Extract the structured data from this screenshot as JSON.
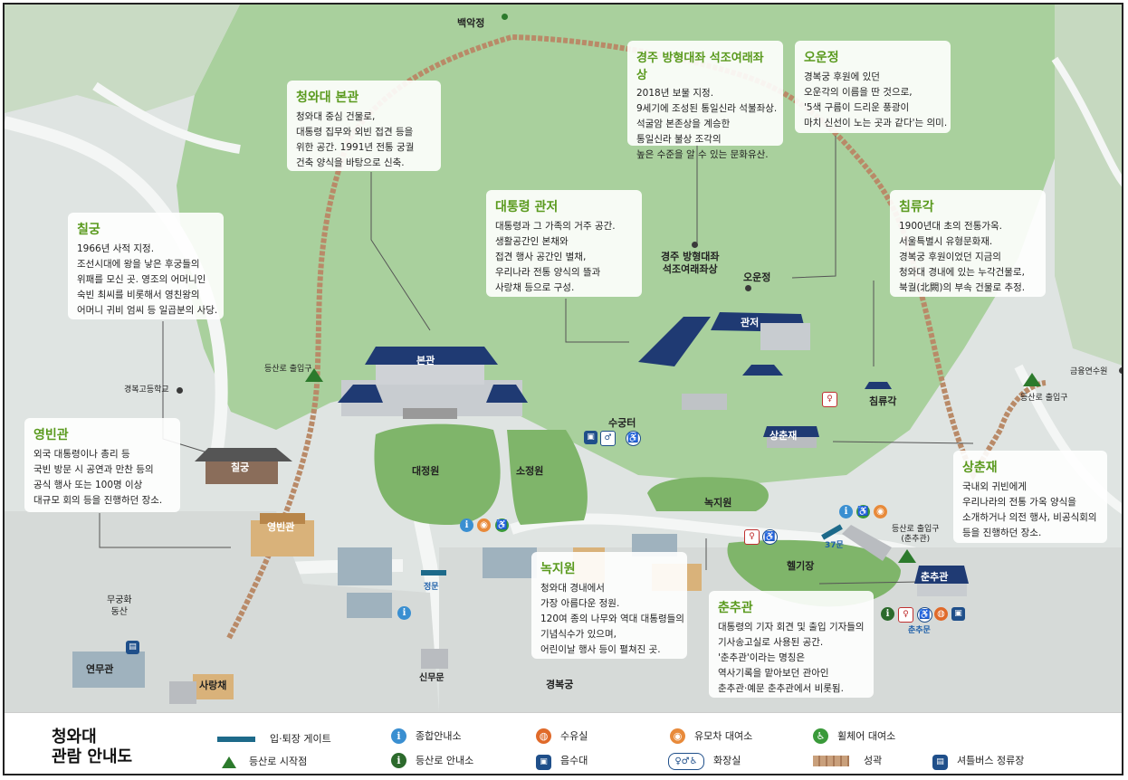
{
  "legend": {
    "title_line1": "청와대",
    "title_line2": "관람 안내도",
    "items": [
      {
        "label": "입·퇴장 게이트",
        "icon": "gate-icon"
      },
      {
        "label": "종합안내소",
        "icon": "info-icon"
      },
      {
        "label": "수유실",
        "icon": "nursing-room-icon"
      },
      {
        "label": "유모차 대여소",
        "icon": "stroller-icon"
      },
      {
        "label": "휠체어 대여소",
        "icon": "wheelchair-icon"
      },
      {
        "label": "등산로 시작점",
        "icon": "trail-start-icon"
      },
      {
        "label": "등산로 안내소",
        "icon": "trail-info-icon"
      },
      {
        "label": "음수대",
        "icon": "water-fountain-icon"
      },
      {
        "label": "화장실",
        "icon": "restroom-icon"
      },
      {
        "label": "성곽",
        "icon": "fortress-wall-icon"
      },
      {
        "label": "셔틀버스 정류장",
        "icon": "shuttle-bus-icon"
      }
    ]
  },
  "infoboxes": {
    "bonkwan": {
      "title": "청와대 본관",
      "lines": [
        "청와대 중심 건물로,",
        "대통령 집무와 외빈 접견 등을",
        "위한 공간. 1991년 전통 궁궐",
        "건축 양식을 바탕으로 신축."
      ]
    },
    "gyeongju": {
      "title": "경주 방형대좌 석조여래좌상",
      "lines": [
        "2018년 보물 지정.",
        "9세기에 조성된 통일신라 석불좌상.",
        "석굴암 본존상을 계승한",
        "통일신라 불상 조각의",
        "높은 수준을 알 수 있는 문화유산."
      ]
    },
    "ounjeong": {
      "title": "오운정",
      "lines": [
        "경복궁 후원에 있던",
        "오운각의 이름을 딴 것으로,",
        "'5색 구름이 드리운 풍광이",
        "마치 신선이 노는 곳과 같다'는 의미."
      ]
    },
    "chilgung": {
      "title": "칠궁",
      "lines": [
        "1966년 사적 지정.",
        "조선시대에 왕을 낳은 후궁들의",
        "위패를 모신 곳. 영조의 어머니인",
        "숙빈 최씨를 비롯해서 영친왕의",
        "어머니 귀비 엄씨 등 일곱분의 사당."
      ]
    },
    "gwanjeo": {
      "title": "대통령 관저",
      "lines": [
        "대통령과 그 가족의 거주 공간.",
        "생활공간인 본채와",
        "접견 행사 공간인 별채,",
        "우리나라 전통 양식의 뜰과",
        "사랑채 등으로 구성."
      ]
    },
    "chimryugak": {
      "title": "침류각",
      "lines": [
        "1900년대 초의 전통가옥.",
        "서울특별시 유형문화재.",
        "경복궁 후원이었던 지금의",
        "청와대 경내에 있는 누각건물로,",
        "북궐(北闕)의 부속 건물로 추정."
      ]
    },
    "yeongbingwan": {
      "title": "영빈관",
      "lines": [
        "외국 대통령이나 총리 등",
        "국빈 방문 시 공연과 만찬 등의",
        "공식 행사 또는 100명 이상",
        "대규모 회의 등을 진행하던 장소."
      ]
    },
    "sangchunjae": {
      "title": "상춘재",
      "lines": [
        "국내외 귀빈에게",
        "우리나라의 전통 가옥 양식을",
        "소개하거나 의전 행사, 비공식회의",
        "등을 진행하던 장소."
      ]
    },
    "nokjiwon": {
      "title": "녹지원",
      "lines": [
        "청와대 경내에서",
        "가장 아름다운 정원.",
        "120여 종의 나무와 역대 대통령들의",
        "기념식수가 있으며,",
        "어린이날 행사 등이 펼쳐진 곳."
      ]
    },
    "chunchugwan": {
      "title": "춘추관",
      "lines": [
        "대통령의 기자 회견 및 출입 기자들의",
        "기사송고실로 사용된 공간.",
        "'춘추관'이라는 명칭은",
        "역사기록을 맡아보던 관아인",
        "춘추관·예문 춘추관에서 비롯됨."
      ]
    }
  },
  "map_labels": {
    "baegakjeong": "백악정",
    "gyeongju_statue": "경주 방형대좌\n석조여래좌상",
    "ounjeong": "오운정",
    "bonkwan": "본관",
    "gwanjeo": "관저",
    "chimryugak": "침류각",
    "sugungteo": "수궁터",
    "daejeongwon": "대정원",
    "sojeongwon": "소정원",
    "nokjiwon": "녹지원",
    "heligijang": "헬기장",
    "sangchunjae": "상춘재",
    "chunchugwan": "춘추관",
    "chunchumun": "춘추문",
    "chilgung": "칠궁",
    "yeongbingwan": "영빈관",
    "jeongmun": "정문",
    "sinmumun": "신무문",
    "gyeongbokgung": "경복궁",
    "yeonmugwan": "연무관",
    "sarangchae": "사랑채",
    "mugunghwa_dongsan": "무궁화\n동산",
    "gyeongbok_highschool": "경복고등학교",
    "trail_entrance_left": "등산로 출입구",
    "trail_entrance_right": "등산로 출입구",
    "trail_entrance_chunchu": "등산로 출입구\n(춘추관)",
    "gate_37": "37문",
    "geumyongyeonsuwon": "금융연수원"
  },
  "colors": {
    "ground": "#dfe4e2",
    "forest": "#a7cf9c",
    "lawn": "#7fb56a",
    "path": "#f4f6f5",
    "wall": "#b98a68",
    "accent_green": "#5a9a1e",
    "roof_blue": "#1f3a73",
    "info_blue": "#3a8fd1"
  }
}
